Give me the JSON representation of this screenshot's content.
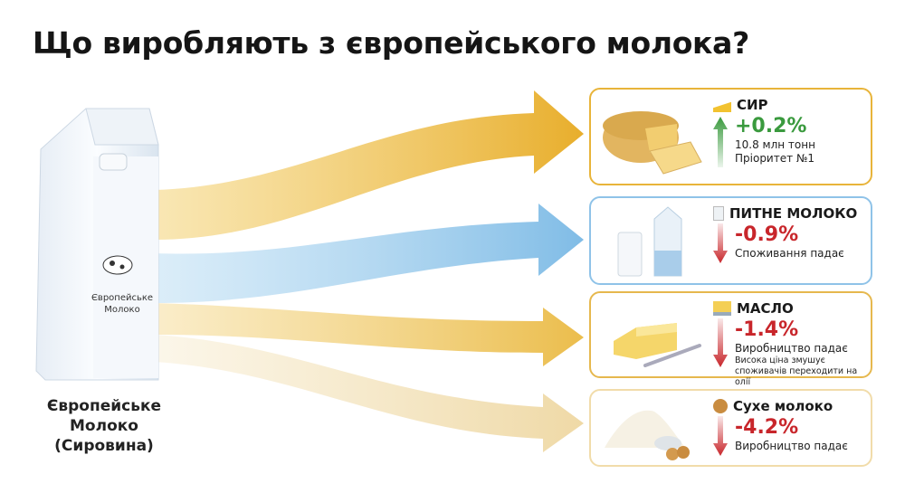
{
  "title": "Що виробляють з європейського молока?",
  "source": {
    "carton_label": "Європейське Молоко",
    "label_line1": "Європейське",
    "label_line2": "Молоко",
    "label_line3": "(Сировина)"
  },
  "colors": {
    "cheese": "#e8b43a",
    "milk": "#8fc3e8",
    "butter": "#e8b43a",
    "powder": "#f0dcae",
    "up": "#3a9a3e",
    "down": "#c8262b"
  },
  "products": [
    {
      "name": "СИР",
      "icon": "cheese-icon",
      "change": "+0.2%",
      "trend": "up",
      "line1": "10.8 млн тонн",
      "line2": "Пріоритет №1"
    },
    {
      "name": "ПИТНЕ МОЛОКО",
      "icon": "milk-glass-icon",
      "change": "-0.9%",
      "trend": "down",
      "line1": "Споживання падає"
    },
    {
      "name": "МАСЛО",
      "icon": "butter-icon",
      "change": "-1.4%",
      "trend": "down",
      "line1": "Виробництво падає",
      "note1": "Висока ціна змушує",
      "note2": "споживачів переходити на олії"
    },
    {
      "name": "Сухе молоко",
      "icon": "cookie-icon",
      "change": "-4.2%",
      "trend": "down",
      "line1": "Виробництво падає"
    }
  ]
}
